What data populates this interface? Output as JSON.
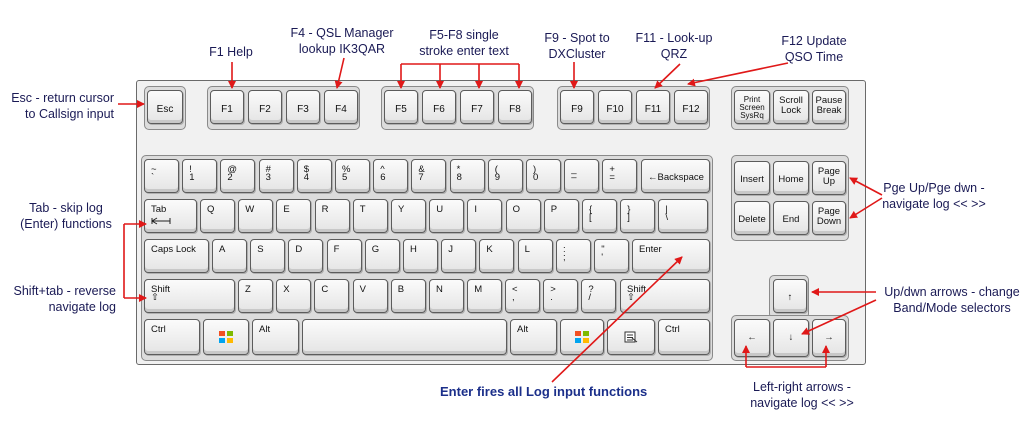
{
  "annotations": {
    "esc": [
      "Esc - return cursor",
      "to Callsign input"
    ],
    "f1": [
      "F1 Help"
    ],
    "f4": [
      "F4 - QSL Manager",
      "lookup IK3QAR"
    ],
    "f5f8": [
      "F5-F8 single",
      "stroke enter text"
    ],
    "f9": [
      "F9 - Spot to",
      "DXCluster"
    ],
    "f11": [
      "F11 - Look-up",
      "QRZ"
    ],
    "f12": [
      "F12 Update",
      "QSO Time"
    ],
    "tab": [
      "Tab - skip log",
      "(Enter) functions"
    ],
    "shifttab": [
      "Shift+tab - reverse",
      "navigate log"
    ],
    "pgupdn": [
      "Pge Up/Pge dwn -",
      "navigate log << >>"
    ],
    "updown": [
      "Up/dwn arrows - change",
      "Band/Mode selectors"
    ],
    "leftright": [
      "Left-right arrows -",
      "navigate log << >>"
    ],
    "enter": [
      "Enter fires all Log input functions"
    ]
  },
  "keys": {
    "esc": "Esc",
    "f1": "F1",
    "f2": "F2",
    "f3": "F3",
    "f4": "F4",
    "f5": "F5",
    "f6": "F6",
    "f7": "F7",
    "f8": "F8",
    "f9": "F9",
    "f10": "F10",
    "f11": "F11",
    "f12": "F12",
    "printscreen": "Print\nScreen\nSysRq",
    "scrolllock": "Scroll\nLock",
    "pausebreak": "Pause\nBreak",
    "row1": [
      [
        "~",
        "`"
      ],
      [
        "!",
        "1"
      ],
      [
        "@",
        "2"
      ],
      [
        "#",
        "3"
      ],
      [
        "$",
        "4"
      ],
      [
        "%",
        "5"
      ],
      [
        "^",
        "6"
      ],
      [
        "&",
        "7"
      ],
      [
        "*",
        "8"
      ],
      [
        "(",
        "9"
      ],
      [
        ")",
        "0"
      ],
      [
        "_",
        "–"
      ],
      [
        "+",
        "="
      ]
    ],
    "backspace": "←Backspace",
    "tab": "Tab",
    "row2": [
      "Q",
      "W",
      "E",
      "R",
      "T",
      "Y",
      "U",
      "I",
      "O",
      "P"
    ],
    "row2_punct": [
      [
        "{",
        "["
      ],
      [
        "}",
        "]"
      ],
      [
        "|",
        "\\"
      ]
    ],
    "capslock": "Caps Lock",
    "row3": [
      "A",
      "S",
      "D",
      "F",
      "G",
      "H",
      "J",
      "K",
      "L"
    ],
    "row3_punct": [
      [
        ":",
        ";"
      ],
      [
        "\"",
        "'"
      ]
    ],
    "enter": "Enter",
    "shift": "Shift",
    "shift_arrow": "⇧",
    "row4": [
      "Z",
      "X",
      "C",
      "V",
      "B",
      "N",
      "M"
    ],
    "row4_punct": [
      [
        "<",
        ","
      ],
      [
        ">",
        "."
      ],
      [
        "?",
        "/"
      ]
    ],
    "ctrl": "Ctrl",
    "alt": "Alt",
    "insert": "Insert",
    "home": "Home",
    "pageup": "Page\nUp",
    "delete": "Delete",
    "end": "End",
    "pagedown": "Page\nDown",
    "up": "↑",
    "down": "↓",
    "left": "←",
    "right": "→"
  },
  "colors": {
    "arrow": "#e01818",
    "annotation": "#1a1a55",
    "enter_note": "#1b2f8a"
  }
}
